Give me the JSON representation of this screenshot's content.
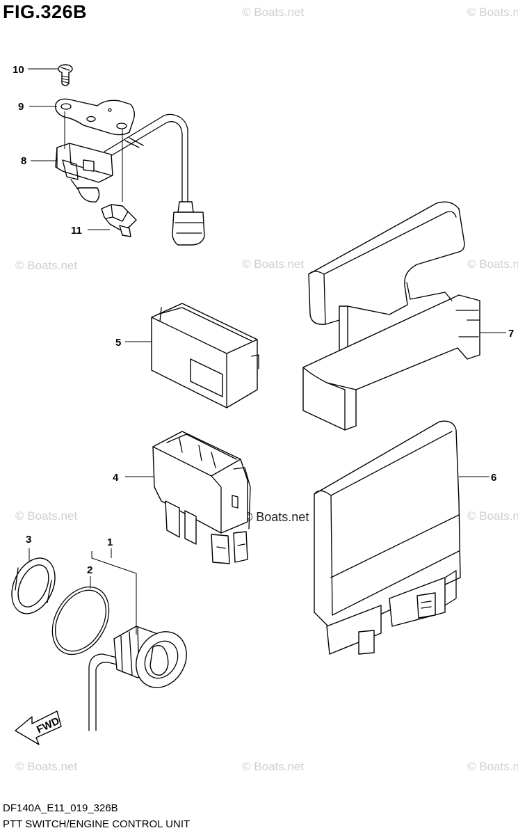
{
  "figure": {
    "title": "FIG.326B",
    "code": "DF140A_E11_019_326B",
    "name": "PTT SWITCH/ENGINE CONTROL UNIT"
  },
  "watermark": "© Boats.net",
  "callouts": [
    {
      "id": "1",
      "label": "1"
    },
    {
      "id": "2",
      "label": "2"
    },
    {
      "id": "3",
      "label": "3"
    },
    {
      "id": "4",
      "label": "4"
    },
    {
      "id": "5",
      "label": "5"
    },
    {
      "id": "6",
      "label": "6"
    },
    {
      "id": "7",
      "label": "7"
    },
    {
      "id": "8",
      "label": "8"
    },
    {
      "id": "9",
      "label": "9"
    },
    {
      "id": "10",
      "label": "10"
    },
    {
      "id": "11",
      "label": "11"
    }
  ],
  "fwd_label": "FWD"
}
